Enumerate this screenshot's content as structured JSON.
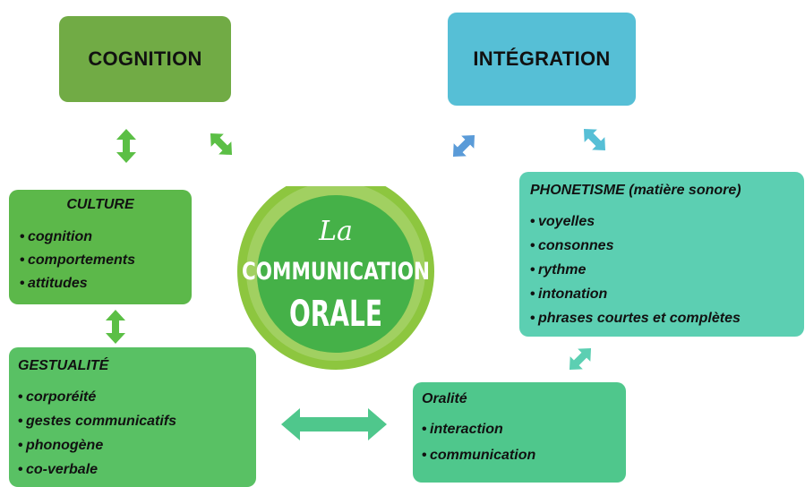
{
  "cognition": {
    "title": "COGNITION"
  },
  "integration": {
    "title": "INTÉGRATION"
  },
  "culture": {
    "title": "CULTURE",
    "items": [
      "cognition",
      "comportements",
      "attitudes"
    ]
  },
  "phonetisme": {
    "title": "PHONETISME (matière sonore)",
    "items": [
      "voyelles",
      "consonnes",
      "rythme",
      "intonation",
      "phrases courtes et complètes"
    ]
  },
  "gestualite": {
    "title": "GESTUALITÉ",
    "items": [
      "corporéité",
      "gestes communicatifs",
      "phonogène",
      "co-verbale"
    ]
  },
  "oralite": {
    "title": "Oralité",
    "items": [
      "interaction",
      "communication"
    ]
  },
  "logo": {
    "script": "La",
    "line1": "COMMUNICATION",
    "line2": "ORALE"
  },
  "colors": {
    "cognition": "#71ab45",
    "integration": "#56bfd6",
    "culture": "#5cb84a",
    "phonetisme": "#5ccfb2",
    "gestualite": "#59c164",
    "oralite": "#4fc78c",
    "logo_outer": "#8dc63f",
    "logo_inner": "#3aaa4a"
  }
}
